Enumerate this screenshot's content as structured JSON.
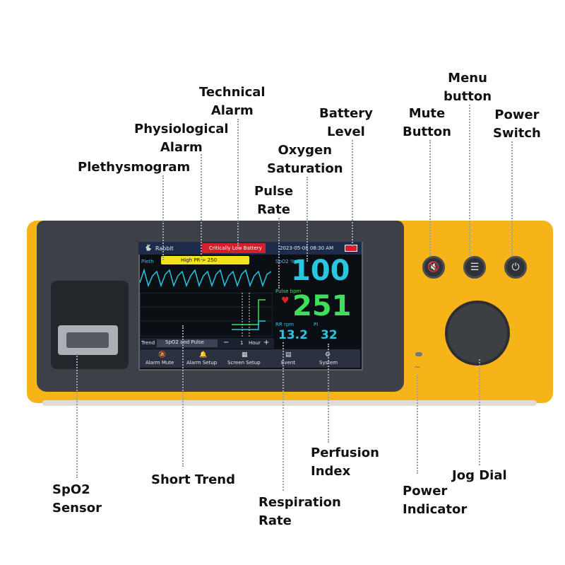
{
  "labels": {
    "technical_alarm": [
      "Technical",
      "Alarm"
    ],
    "physiological_alarm": [
      "Physiological",
      "Alarm"
    ],
    "plethysmogram": "Plethysmogram",
    "battery_level": [
      "Battery",
      "Level"
    ],
    "oxygen_saturation": [
      "Oxygen",
      "Saturation"
    ],
    "pulse_rate": [
      "Pulse",
      "Rate"
    ],
    "menu_button": [
      "Menu",
      "button"
    ],
    "mute_button": [
      "Mute",
      "Button"
    ],
    "power_switch": [
      "Power",
      "Switch"
    ],
    "spo2_sensor": [
      "SpO2",
      "Sensor"
    ],
    "short_trend": "Short Trend",
    "respiration_rate": [
      "Respiration",
      "Rate"
    ],
    "perfusion_index": [
      "Perfusion",
      "Index"
    ],
    "power_indicator": [
      "Power",
      "Indicator"
    ],
    "jog_dial": "Jog Dial"
  },
  "screen": {
    "patient": "Rabbit",
    "technical_alarm_text": "Critically Low Battery",
    "datetime": "2023-05-08  08:30 AM",
    "physiological_alarm_text": "High PR  >   250",
    "pleth_label": "Pleth",
    "spo2_label": "SpO2 %",
    "spo2_value": "100",
    "pulse_label": "Pulse bpm",
    "pulse_value": "251",
    "rr_label": "RR rpm",
    "rr_value": "13.2",
    "pi_label": "PI",
    "pi_value": "32",
    "trend_label": "Trend",
    "trend_select": "SpO2 and Pulse",
    "trend_minus": "−",
    "trend_hours": "1",
    "trend_unit": "Hour",
    "trend_plus": "+",
    "buttons": [
      "Alarm Mute",
      "Alarm Setup",
      "Screen Setup",
      "Event",
      "System"
    ]
  },
  "icons": {
    "mute": "mute-icon",
    "menu": "menu-icon",
    "power": "power-icon"
  },
  "colors": {
    "device_body": "#f7b418",
    "technical_alarm": "#d3202a",
    "physiological_alarm": "#f2e31a",
    "spo2": "#29c6e0",
    "pulse": "#3ee05a"
  }
}
